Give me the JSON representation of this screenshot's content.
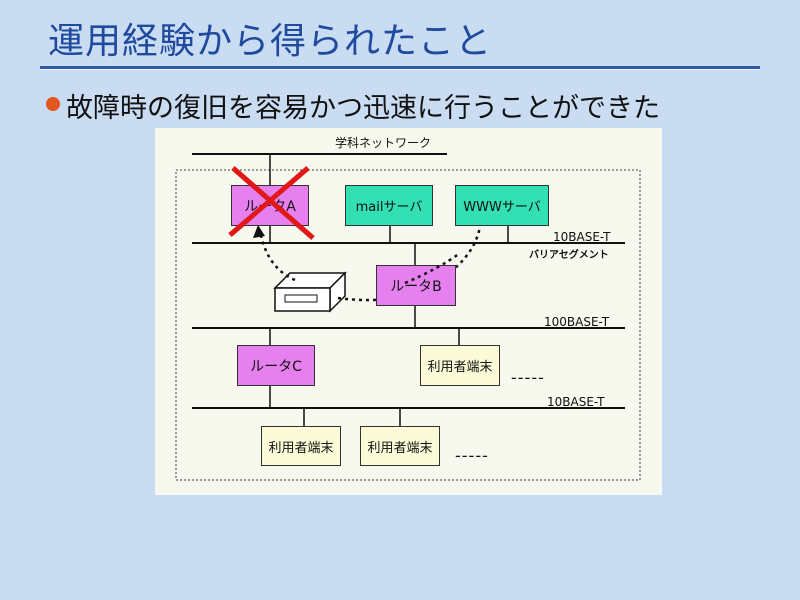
{
  "slide": {
    "title": "運用経験から得られたこと",
    "bullet": "故障時の復旧を容易かつ迅速に行うことができた"
  },
  "diagram": {
    "top_network_label": "学科ネットワーク",
    "router_a": "ルータA",
    "mail_server": "mailサーバ",
    "www_server": "WWWサーバ",
    "seg1_label": "10BASE-T",
    "seg1_sublabel": "バリアセグメント",
    "router_b": "ルータB",
    "seg2_label": "100BASE-T",
    "router_c": "ルータC",
    "user_terminal_1": "利用者端末",
    "seg3_label": "10BASE-T",
    "user_terminal_2": "利用者端末",
    "user_terminal_3": "利用者端末",
    "ellipsis_1": "-----",
    "ellipsis_2": "-----"
  },
  "colors": {
    "title": "#1f4a9e",
    "bullet": "#e2571e",
    "router": "#e680ee",
    "server": "#33e0b4",
    "user_terminal": "#fbfbd8",
    "failure_cross": "#e01818"
  }
}
